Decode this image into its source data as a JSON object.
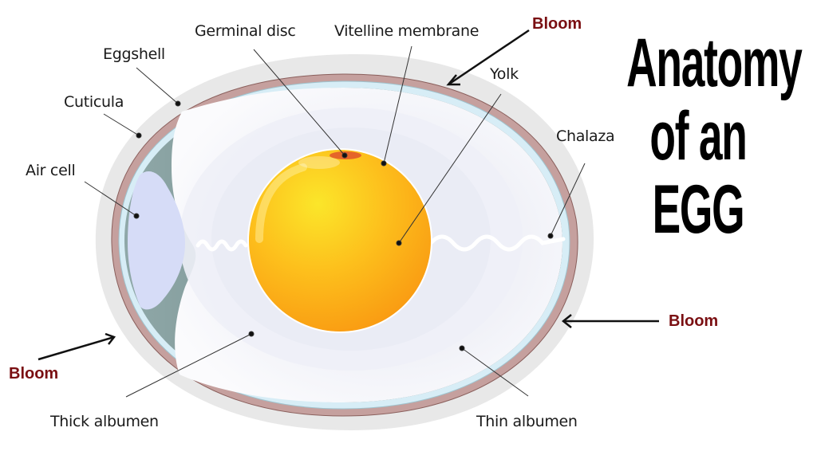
{
  "title": {
    "line1": "Anatomy",
    "line2": "of an",
    "line3": "EGG"
  },
  "labels": {
    "germinal_disc": "Germinal disc",
    "vitelline_membrane": "Vitelline membrane",
    "eggshell": "Eggshell",
    "cuticula": "Cuticula",
    "air_cell": "Air cell",
    "yolk": "Yolk",
    "chalaza": "Chalaza",
    "thick_albumen": "Thick albumen",
    "thin_albumen": "Thin albumen",
    "bloom_top": "Bloom",
    "bloom_right": "Bloom",
    "bloom_left": "Bloom"
  },
  "colors": {
    "bloom_text": "#7a0f12",
    "shell": "#c7a3a0",
    "inner_membrane": "#d8eef7",
    "air_region": "#7f9a9a",
    "air_cell": "#d6dcf7",
    "albumen": "#f2f3f8",
    "yolk": "#fbb51a",
    "germinal": "#d9452a"
  }
}
